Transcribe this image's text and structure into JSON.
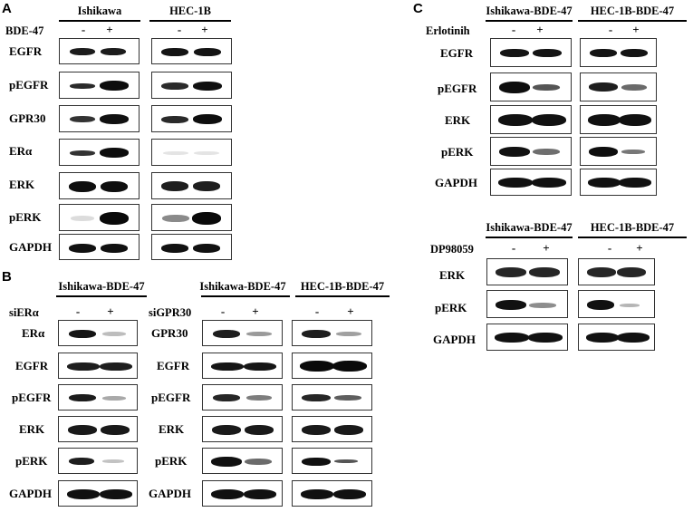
{
  "panels": [
    {
      "letter": "A",
      "row_header": "BDE-47",
      "signs": [
        "-",
        "+"
      ],
      "columns": [
        {
          "name": "Ishikawa"
        },
        {
          "name": "HEC-1B"
        }
      ],
      "rows": [
        {
          "label": "EGFR"
        },
        {
          "label": "pEGFR"
        },
        {
          "label": "GPR30"
        },
        {
          "label": "ERα"
        },
        {
          "label": "ERK"
        },
        {
          "label": "pERK"
        },
        {
          "label": "GAPDH"
        }
      ]
    },
    {
      "letter": "B",
      "signs": [
        "-",
        "+"
      ],
      "sub": [
        {
          "header": "Ishikawa-BDE-47",
          "treatment": "siERα",
          "rows": [
            {
              "label": "ERα"
            },
            {
              "label": "EGFR"
            },
            {
              "label": "pEGFR"
            },
            {
              "label": "ERK"
            },
            {
              "label": "pERK"
            },
            {
              "label": "GAPDH"
            }
          ]
        },
        {
          "header": "Ishikawa-BDE-47",
          "treatment": "siGPR30",
          "rows": [
            {
              "label": "GPR30"
            },
            {
              "label": "EGFR"
            },
            {
              "label": "pEGFR"
            },
            {
              "label": "ERK"
            },
            {
              "label": "pERK"
            },
            {
              "label": "GAPDH"
            }
          ]
        },
        {
          "header": "HEC-1B-BDE-47",
          "treatment": ""
        }
      ]
    },
    {
      "letter": "C",
      "signs": [
        "-",
        "+"
      ],
      "groups": [
        {
          "treatment": "Erlotinih",
          "columns": [
            "Ishikawa-BDE-47",
            "HEC-1B-BDE-47"
          ],
          "rows": [
            {
              "label": "EGFR"
            },
            {
              "label": "pEGFR"
            },
            {
              "label": "ERK"
            },
            {
              "label": "pERK"
            },
            {
              "label": "GAPDH"
            }
          ]
        },
        {
          "treatment": "DP98059",
          "columns": [
            "Ishikawa-BDE-47",
            "HEC-1B-BDE-47"
          ],
          "rows": [
            {
              "label": "ERK"
            },
            {
              "label": "pERK"
            },
            {
              "label": "GAPDH"
            }
          ]
        }
      ]
    }
  ]
}
